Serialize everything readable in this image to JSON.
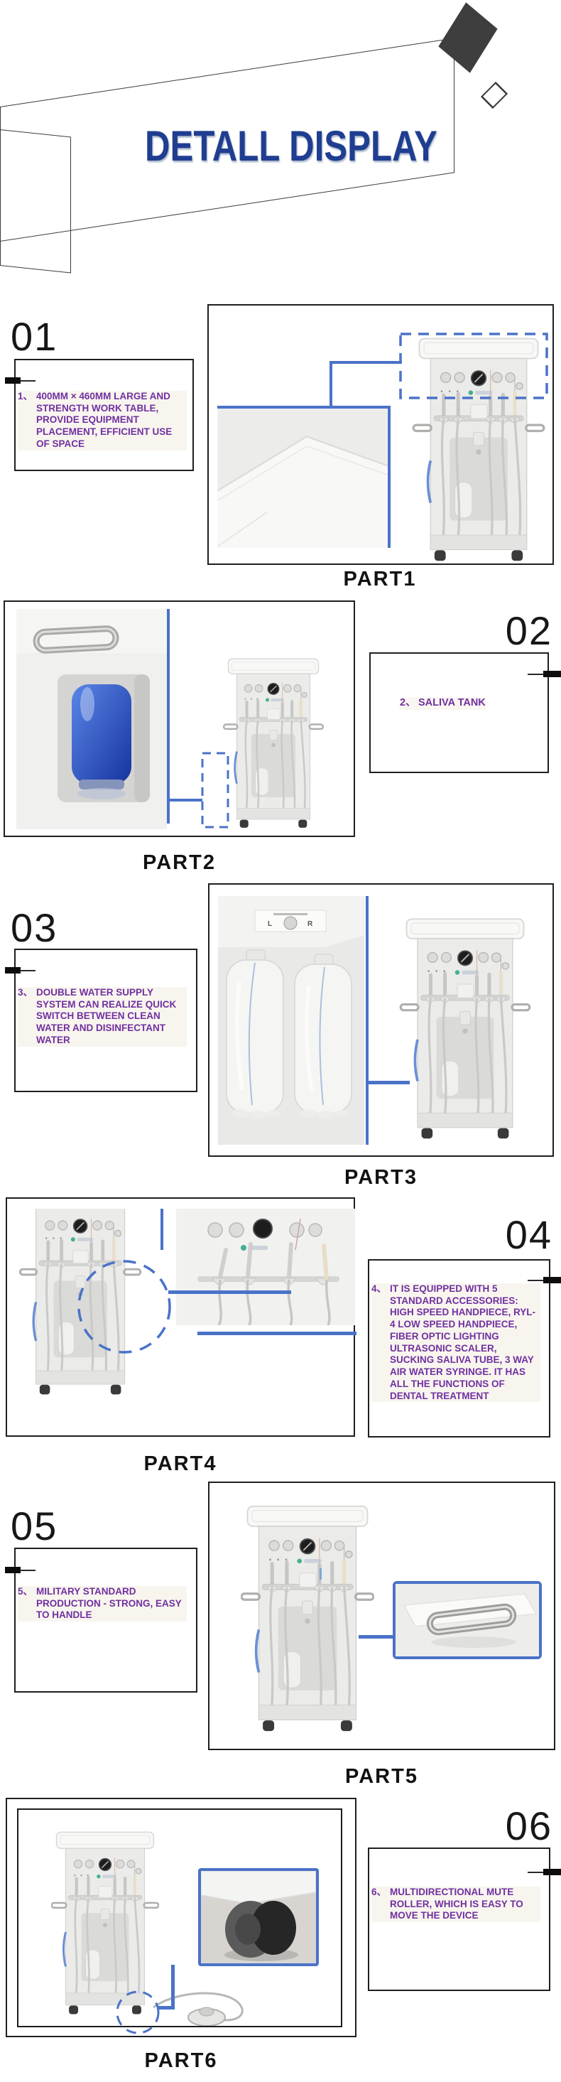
{
  "colors": {
    "accent_blue": "#4a72c8",
    "purple": "#7030a0",
    "title_blue": "#1f3e91",
    "ink": "#1f1f1f"
  },
  "header": {
    "title": "DETALL DISPLAY"
  },
  "sections": [
    {
      "index": "01",
      "part": "PART1",
      "num": "1、",
      "text": "400MM × 460MM LARGE AND STRENGTH WORK TABLE, PROVIDE EQUIPMENT PLACEMENT, EFFICIENT USE OF SPACE"
    },
    {
      "index": "02",
      "part": "PART2",
      "num": "2、",
      "text": "SALIVA TANK"
    },
    {
      "index": "03",
      "part": "PART3",
      "num": "3、",
      "text": "DOUBLE WATER SUPPLY SYSTEM CAN REALIZE QUICK SWITCH BETWEEN CLEAN WATER AND DISINFECTANT WATER",
      "bottle_label_left": "L",
      "bottle_label_right": "R"
    },
    {
      "index": "04",
      "part": "PART4",
      "num": "4、",
      "text": "IT IS EQUIPPED WITH 5 STANDARD ACCESSORIES: HIGH SPEED HANDPIECE, RYL-4 LOW SPEED HANDPIECE, FIBER OPTIC LIGHTING ULTRASONIC SCALER, SUCKING SALIVA TUBE, 3 WAY AIR WATER SYRINGE. IT HAS ALL THE FUNCTIONS OF DENTAL TREATMENT"
    },
    {
      "index": "05",
      "part": "PART5",
      "num": "5、",
      "text": "MILITARY STANDARD PRODUCTION - STRONG, EASY TO HANDLE"
    },
    {
      "index": "06",
      "part": "PART6",
      "num": "6、",
      "text": "MULTIDIRECTIONAL MUTE ROLLER, WHICH IS EASY TO MOVE THE DEVICE"
    }
  ]
}
